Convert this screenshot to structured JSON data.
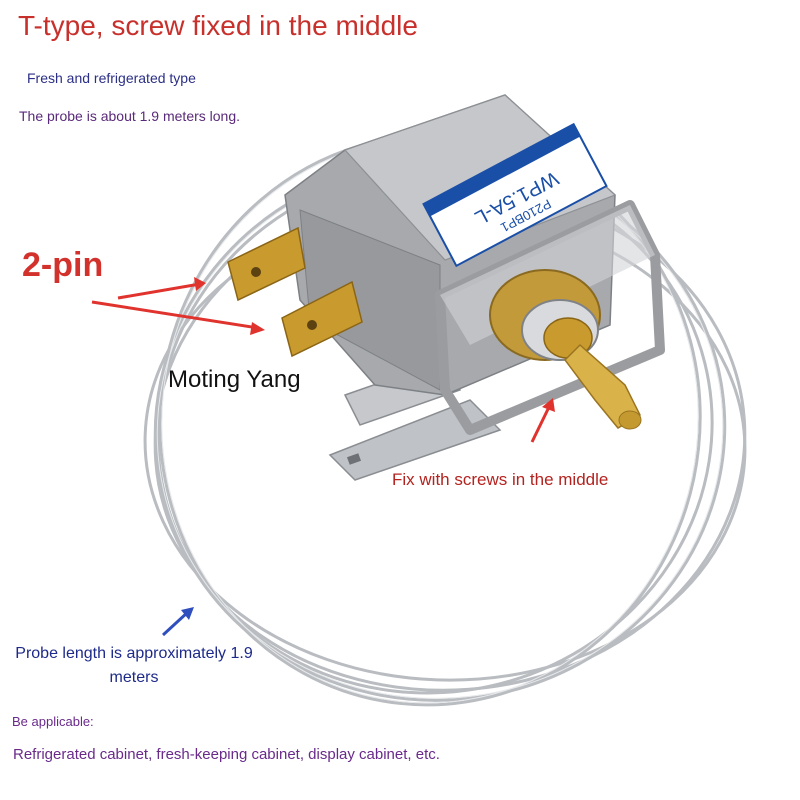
{
  "labels": {
    "title": "T-type, screw fixed in the middle",
    "fresh_type": "Fresh and refrigerated type",
    "probe_top": "The probe is about 1.9 meters long.",
    "pin": "2-pin",
    "brand": "Moting Yang",
    "fix": "Fix with screws in the middle",
    "probe_length": "Probe length is approximately 1.9 meters",
    "applicable": "Be applicable:",
    "examples": "Refrigerated cabinet, fresh-keeping cabinet, display cabinet, etc."
  },
  "product_label": {
    "model": "WP1.5A-L",
    "code": "P210BP1"
  },
  "colors": {
    "title": "#c8302c",
    "arrow_red": "#e0332e",
    "arrow_blue": "#2f4fbf",
    "capillary": "#b9bcc0",
    "terminal_brass": "#c99a2e",
    "housing_gray": "#a7a9ad",
    "label_blue": "#1a4fa8"
  }
}
